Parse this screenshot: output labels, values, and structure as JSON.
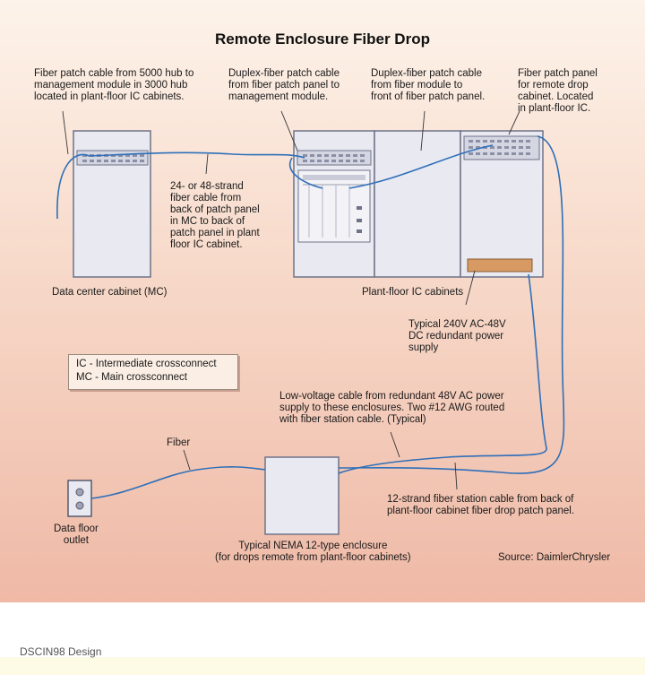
{
  "title": "Remote Enclosure Fiber Drop",
  "notes": {
    "fiber_patch_5000": "Fiber patch cable from 5000 hub to\nmanagement module in 3000 hub\nlocated in plant-floor IC cabinets.",
    "duplex_to_mgmt": "Duplex-fiber patch cable\nfrom fiber patch panel to\nmanagement module.",
    "duplex_to_front": "Duplex-fiber patch cable\nfrom fiber module to\nfront of fiber patch panel.",
    "fiber_panel_remote": "Fiber patch panel\nfor remote drop\ncabinet. Located\nin plant-floor IC.",
    "strand_cable": "24- or 48-strand\nfiber cable from\nback of patch panel\nin MC to back of\npatch panel in plant\nfloor IC cabinet.",
    "data_center": "Data center cabinet (MC)",
    "plant_floor": "Plant-floor IC cabinets",
    "power_supply": "Typical 240V AC-48V\nDC redundant power\nsupply",
    "low_voltage": "Low-voltage cable from redundant 48V AC power\nsupply to these enclosures. Two #12 AWG routed\nwith fiber station cable. (Typical)",
    "fiber": "Fiber",
    "data_outlet": "Data floor\noutlet",
    "nema": "Typical NEMA 12-type enclosure\n(for drops remote from plant-floor cabinets)",
    "station_cable": "12-strand fiber station cable from back of\nplant-floor cabinet fiber drop patch panel.",
    "source": "Source: DaimlerChrysler"
  },
  "legend": {
    "ic": "IC - Intermediate crossconnect",
    "mc": "MC - Main crossconnect"
  },
  "footer": "DSCIN98 Design",
  "colors": {
    "cable": "#2f6fb8",
    "cabinet": "#e8e9f1",
    "cabinet_stroke": "#6f7388",
    "power_supply": "#d79a63"
  }
}
